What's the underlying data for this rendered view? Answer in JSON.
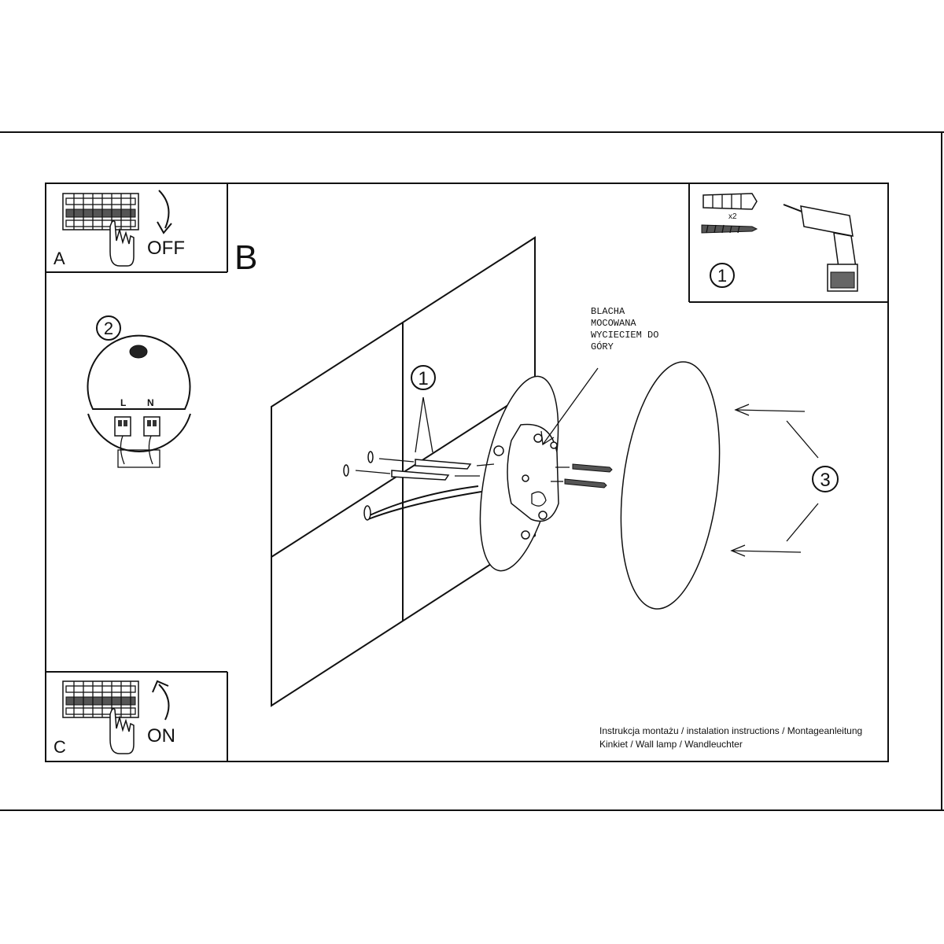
{
  "panel_a": {
    "letter": "A",
    "state": "OFF"
  },
  "panel_b": {
    "letter": "B"
  },
  "panel_c": {
    "letter": "C",
    "state": "ON"
  },
  "step1_tools": {
    "step": "1",
    "multiplier": "x2"
  },
  "step2_wiring": {
    "step": "2",
    "live": "L",
    "neutral": "N"
  },
  "main": {
    "step1": "1",
    "step3": "3",
    "note_lines": [
      "BLACHA",
      "MOCOWANA",
      "WYCIECIEM DO",
      "GÓRY"
    ]
  },
  "footer": {
    "line1": "Instrukcja montażu / instalation instructions / Montageanleitung",
    "line2": "Kinkiet / Wall lamp / Wandleuchter"
  },
  "icons": [
    "circuit-breaker-icon",
    "hand-icon",
    "curved-arrow-icon",
    "wall-plug-icon",
    "screw-icon",
    "drill-icon"
  ]
}
